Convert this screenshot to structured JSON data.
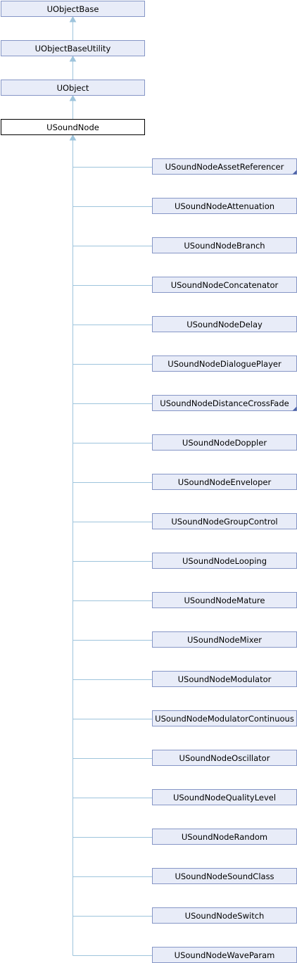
{
  "diagram": {
    "ancestors": [
      "UObjectBase",
      "UObjectBaseUtility",
      "UObject"
    ],
    "current": "USoundNode",
    "children": [
      {
        "label": "USoundNodeAssetReferencer",
        "has_subclasses": true
      },
      {
        "label": "USoundNodeAttenuation",
        "has_subclasses": false
      },
      {
        "label": "USoundNodeBranch",
        "has_subclasses": false
      },
      {
        "label": "USoundNodeConcatenator",
        "has_subclasses": false
      },
      {
        "label": "USoundNodeDelay",
        "has_subclasses": false
      },
      {
        "label": "USoundNodeDialoguePlayer",
        "has_subclasses": false
      },
      {
        "label": "USoundNodeDistanceCrossFade",
        "has_subclasses": true
      },
      {
        "label": "USoundNodeDoppler",
        "has_subclasses": false
      },
      {
        "label": "USoundNodeEnveloper",
        "has_subclasses": false
      },
      {
        "label": "USoundNodeGroupControl",
        "has_subclasses": false
      },
      {
        "label": "USoundNodeLooping",
        "has_subclasses": false
      },
      {
        "label": "USoundNodeMature",
        "has_subclasses": false
      },
      {
        "label": "USoundNodeMixer",
        "has_subclasses": false
      },
      {
        "label": "USoundNodeModulator",
        "has_subclasses": false
      },
      {
        "label": "USoundNodeModulatorContinuous",
        "has_subclasses": false
      },
      {
        "label": "USoundNodeOscillator",
        "has_subclasses": false
      },
      {
        "label": "USoundNodeQualityLevel",
        "has_subclasses": false
      },
      {
        "label": "USoundNodeRandom",
        "has_subclasses": false
      },
      {
        "label": "USoundNodeSoundClass",
        "has_subclasses": false
      },
      {
        "label": "USoundNodeSwitch",
        "has_subclasses": false
      },
      {
        "label": "USoundNodeWaveParam",
        "has_subclasses": false
      }
    ]
  },
  "colors": {
    "node_fill": "#e8ecf8",
    "node_border": "#8696c6",
    "current_fill": "#ffffff",
    "current_border": "#000000",
    "edge": "#9ec4dc"
  }
}
